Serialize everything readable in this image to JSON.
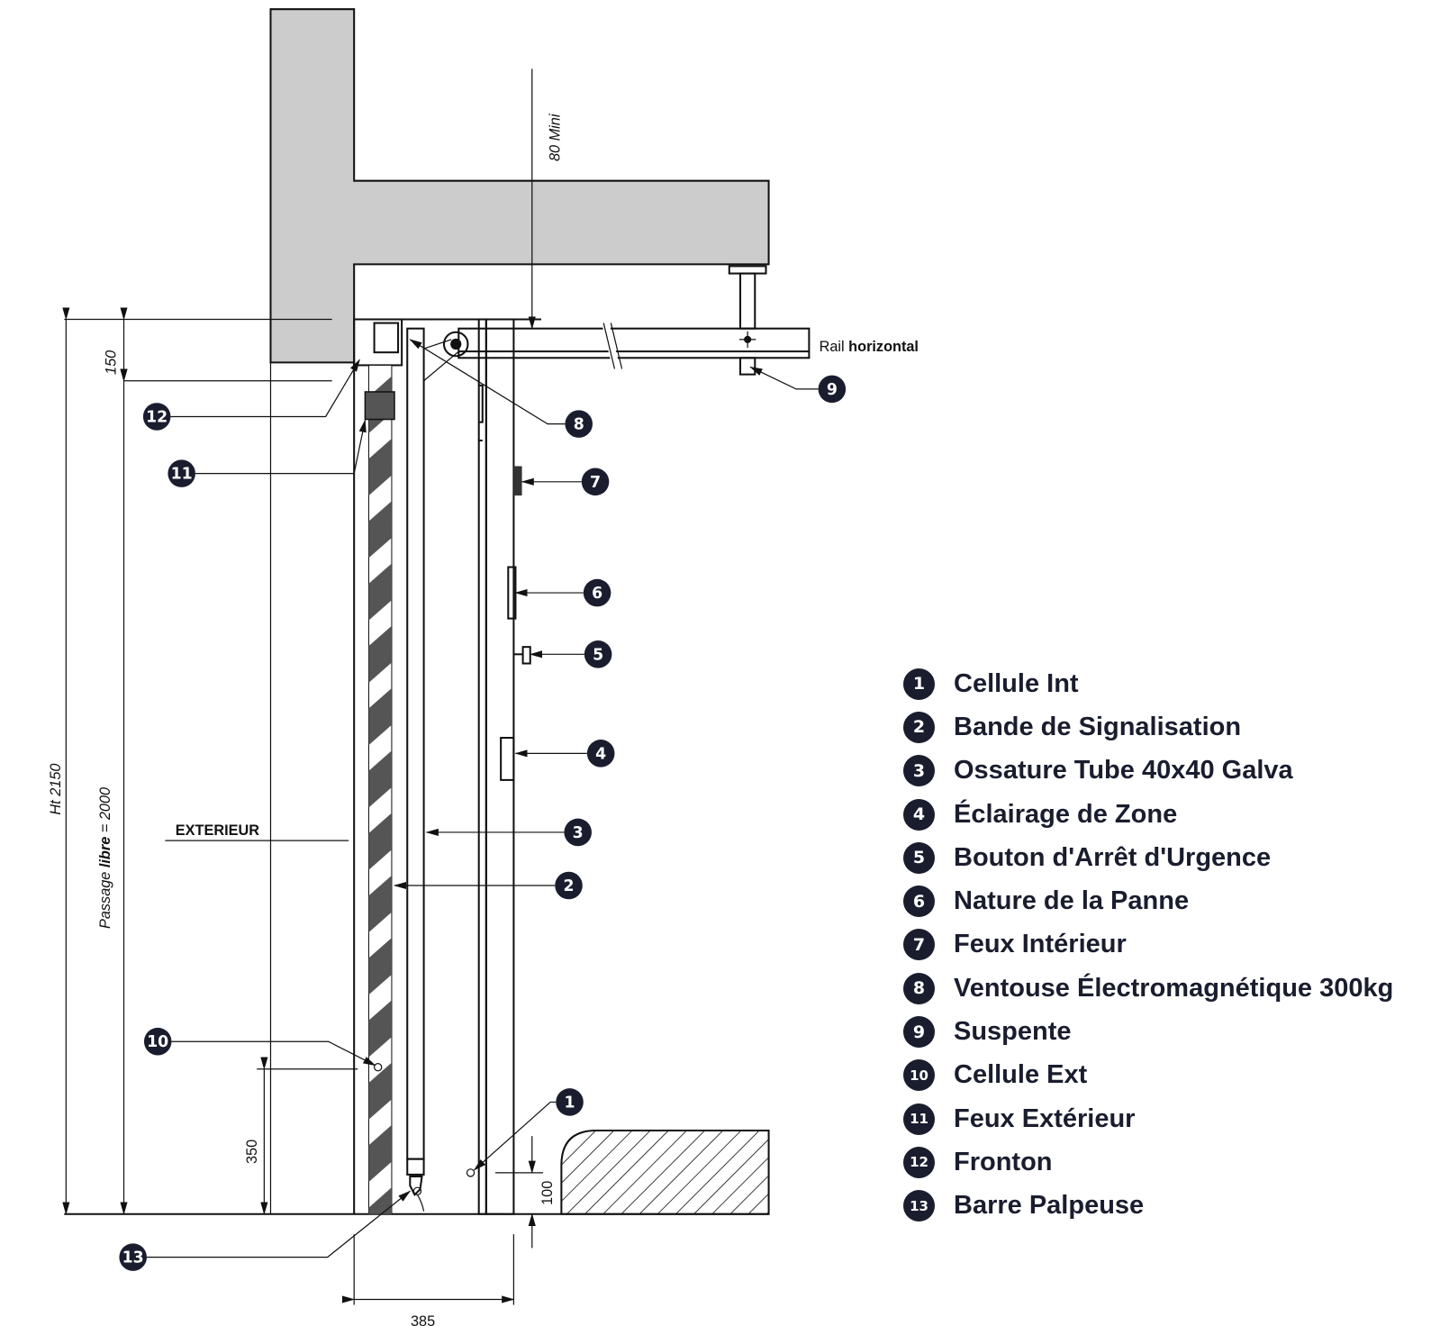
{
  "labels": {
    "exterieur": "EXTERIEUR",
    "rail_regular": "Rail ",
    "rail_bold": "horizontal",
    "passage_prefix": "Passage ",
    "passage_bold": "libre",
    "passage_suffix": " = 2000",
    "ht": "Ht 2150",
    "dim_150": "150",
    "dim_350": "350",
    "dim_100": "100",
    "dim_385": "385",
    "dim_80": "80 Mini"
  },
  "callouts": [
    "1",
    "2",
    "3",
    "4",
    "5",
    "6",
    "7",
    "8",
    "9",
    "10",
    "11",
    "12",
    "13"
  ],
  "legend": [
    {
      "num": "1",
      "label": "Cellule Int"
    },
    {
      "num": "2",
      "label": "Bande de Signalisation"
    },
    {
      "num": "3",
      "label": "Ossature Tube 40x40 Galva"
    },
    {
      "num": "4",
      "label": "Éclairage de Zone"
    },
    {
      "num": "5",
      "label": "Bouton d'Arrêt d'Urgence"
    },
    {
      "num": "6",
      "label": "Nature de la Panne"
    },
    {
      "num": "7",
      "label": "Feux Intérieur"
    },
    {
      "num": "8",
      "label": "Ventouse Électromagnétique 300kg"
    },
    {
      "num": "9",
      "label": "Suspente"
    },
    {
      "num": "10",
      "label": "Cellule Ext"
    },
    {
      "num": "11",
      "label": "Feux Extérieur"
    },
    {
      "num": "12",
      "label": "Fronton"
    },
    {
      "num": "13",
      "label": "Barre Palpeuse"
    }
  ],
  "colors": {
    "callout": "#1a1d2e",
    "concrete": "#cccccc",
    "stripe": "#555555"
  }
}
